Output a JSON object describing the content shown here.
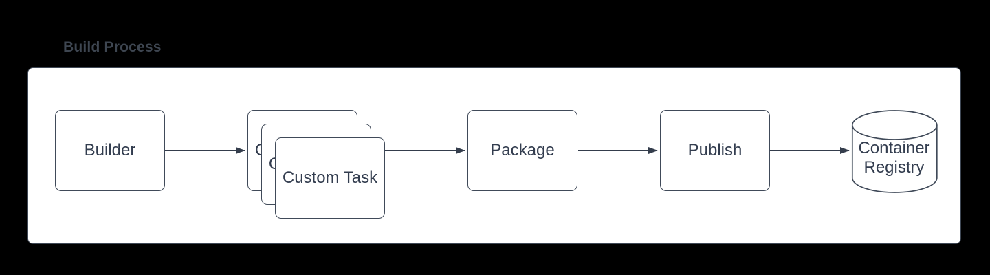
{
  "title": "Build Process",
  "colors": {
    "background": "#000000",
    "panel_fill": "#ffffff",
    "node_fill": "#ffffff",
    "stroke": "#3f4855",
    "node_text": "#333d4f",
    "title_text": "#3e4651",
    "edge": "#343d4c"
  },
  "nodes": [
    {
      "id": "builder",
      "label": "Builder",
      "shape": "rounded-rectangle"
    },
    {
      "id": "custom-task",
      "label": "Custom Task",
      "shape": "stacked-rounded-rectangle",
      "copies": 3
    },
    {
      "id": "package",
      "label": "Package",
      "shape": "rounded-rectangle"
    },
    {
      "id": "publish",
      "label": "Publish",
      "shape": "rounded-rectangle"
    },
    {
      "id": "container-registry",
      "label": "Container Registry",
      "shape": "cylinder"
    }
  ],
  "edges": [
    {
      "from": "builder",
      "to": "custom-task"
    },
    {
      "from": "custom-task",
      "to": "package"
    },
    {
      "from": "package",
      "to": "publish"
    },
    {
      "from": "publish",
      "to": "container-registry"
    }
  ]
}
